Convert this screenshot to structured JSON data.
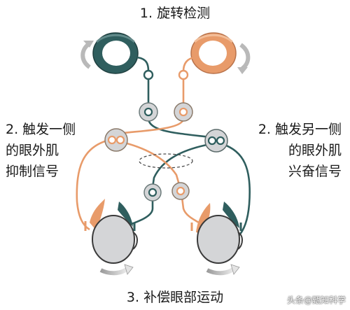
{
  "labels": {
    "top": "1. 旋转检测",
    "left": "2. 触发一侧\n的眼外肌\n抑制信号",
    "right": "2. 触发另一侧\n的眼外肌\n兴奋信号",
    "bottom": "3. 补偿眼部运动"
  },
  "watermark": "头条@甄知科学",
  "colors": {
    "inhibitory": "#e89b6a",
    "excitatory": "#2f5e5e",
    "eye_fill": "#d4d5d7",
    "eye_stroke": "#3a3a3a",
    "arrow": "#c8c8c8"
  },
  "icons": {
    "left_canal": "semicircular-canal-ring-dark",
    "right_canal": "semicircular-canal-ring-orange",
    "rotation": "curved-rotation-arrow",
    "neuron": "neuron-node",
    "eye": "eyeball"
  }
}
